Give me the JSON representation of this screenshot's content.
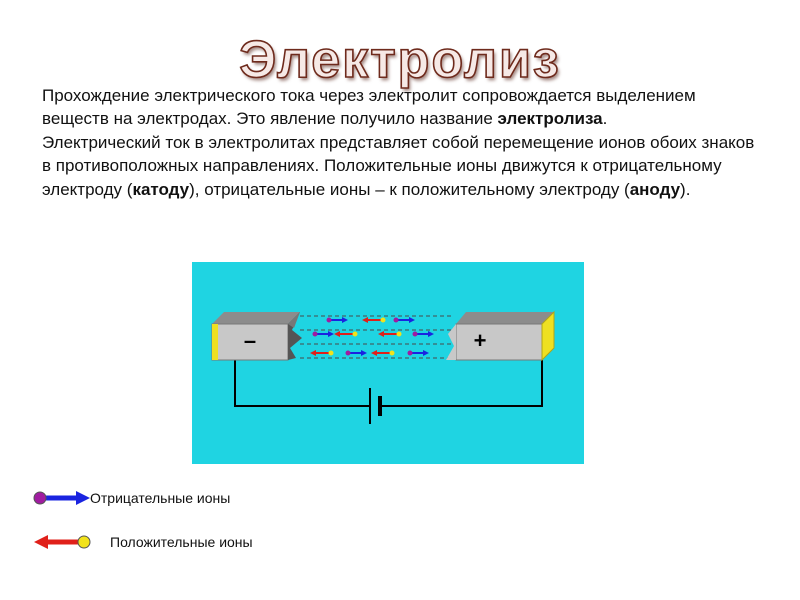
{
  "title": "Электролиз",
  "paragraph1": {
    "text": "Прохождение электрического тока через электролит сопровождается выделением веществ на электродах. Это явление получило название ",
    "bold": "электролиза",
    "end": "."
  },
  "paragraph2": {
    "text1": "Электрический ток в электролитах представляет собой перемещение ионов обоих знаков в противоположных направлениях. Положительные ионы движутся к отрицательному электроду (",
    "bold1": "катоду",
    "text2": "), отрицательные ионы – к положительному электроду (",
    "bold2": "аноду",
    "text3": ")."
  },
  "diagram": {
    "cathode_sign": "–",
    "anode_sign": "+",
    "background_color": "#1fd4e2",
    "negative_ion_color": "#1a24e0",
    "negative_ion_head_color": "#a01ca0",
    "positive_ion_color": "#e0201a",
    "positive_ion_head_color": "#f2e21a"
  },
  "legend": {
    "negative_ions": "Отрицательные ионы",
    "positive_ions": "Положительные ионы"
  }
}
